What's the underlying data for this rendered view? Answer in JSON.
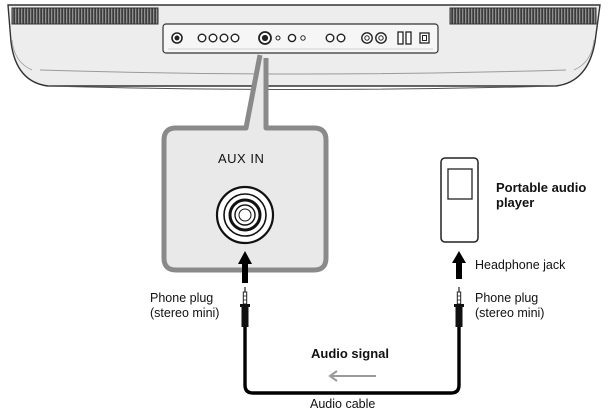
{
  "diagram": {
    "device_label": "AUX IN",
    "player_label": "Portable audio\nplayer",
    "headphone_jack": "Headphone jack",
    "left_plug": "Phone plug\n(stereo mini)",
    "right_plug": "Phone plug\n(stereo mini)",
    "signal_label": "Audio signal",
    "cable_label": "Audio cable"
  },
  "colors": {
    "panel_fill": "#e9e9e9",
    "outline": "#333333",
    "callout_gray": "#8a8a8a",
    "grille": "#555555",
    "cable": "#000000",
    "arrow_gray": "#9a9a9a"
  }
}
